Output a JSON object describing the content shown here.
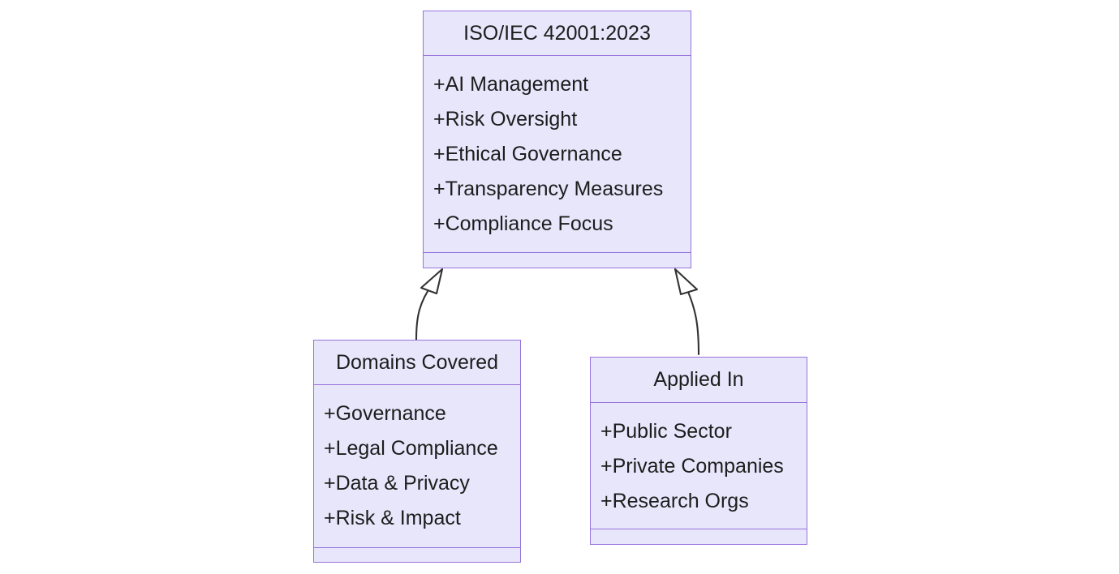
{
  "diagram": {
    "type": "uml-class-diagram",
    "background_color": "#ffffff",
    "box_fill_color": "#e8e6fb",
    "box_border_color": "#9673dd",
    "text_color": "#1d1d1d",
    "connector_color": "#333333",
    "classes": [
      {
        "id": "standard",
        "title": "ISO/IEC 42001:2023",
        "attributes": [
          "+AI Management",
          "+Risk Oversight",
          "+Ethical Governance",
          "+Transparency Measures",
          "+Compliance Focus"
        ],
        "methods": []
      },
      {
        "id": "domains",
        "title": "Domains Covered",
        "attributes": [
          "+Governance",
          "+Legal Compliance",
          "+Data & Privacy",
          "+Risk & Impact"
        ],
        "methods": []
      },
      {
        "id": "applied",
        "title": "Applied In",
        "attributes": [
          "+Public Sector",
          "+Private Companies",
          "+Research Orgs"
        ],
        "methods": []
      }
    ],
    "relationships": [
      {
        "id": "domains-to-standard",
        "kind": "generalization",
        "from": "domains",
        "to": "standard",
        "arrowhead": "hollow-triangle"
      },
      {
        "id": "applied-to-standard",
        "kind": "generalization",
        "from": "applied",
        "to": "standard",
        "arrowhead": "hollow-triangle"
      }
    ]
  }
}
